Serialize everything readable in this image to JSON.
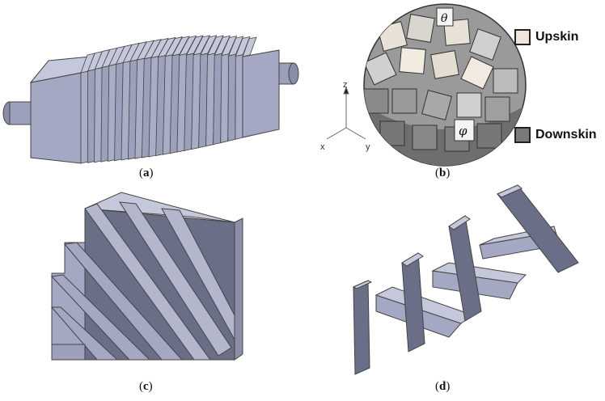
{
  "captions": {
    "a": "a",
    "b": "b",
    "c": "c",
    "d": "d"
  },
  "legend": {
    "upskin_label": "Upskin",
    "downskin_label": "Downskin",
    "upskin_color": "#efe6d8",
    "downskin_color": "#7a7a7a"
  },
  "axes": {
    "z": "z",
    "x": "x",
    "y": "y"
  },
  "angles": {
    "theta": "θ",
    "phi": "φ"
  },
  "colors": {
    "part_face": "#a4a8c2",
    "part_top": "#c5c8da",
    "part_side": "#7e8299",
    "part_dark": "#5f6378"
  }
}
